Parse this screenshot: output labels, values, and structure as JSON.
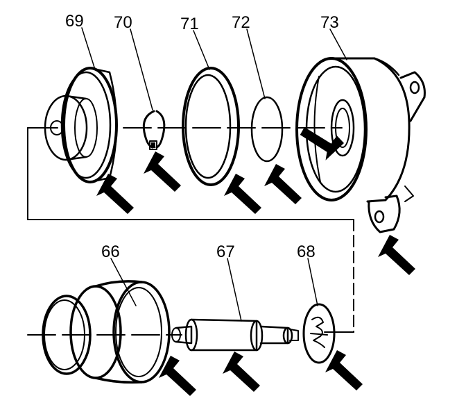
{
  "callouts": {
    "c66": "66",
    "c67": "67",
    "c68": "68",
    "c69": "69",
    "c70": "70",
    "c71": "71",
    "c72": "72",
    "c73": "73"
  },
  "colors": {
    "ink": "#000000",
    "paper": "#ffffff"
  }
}
